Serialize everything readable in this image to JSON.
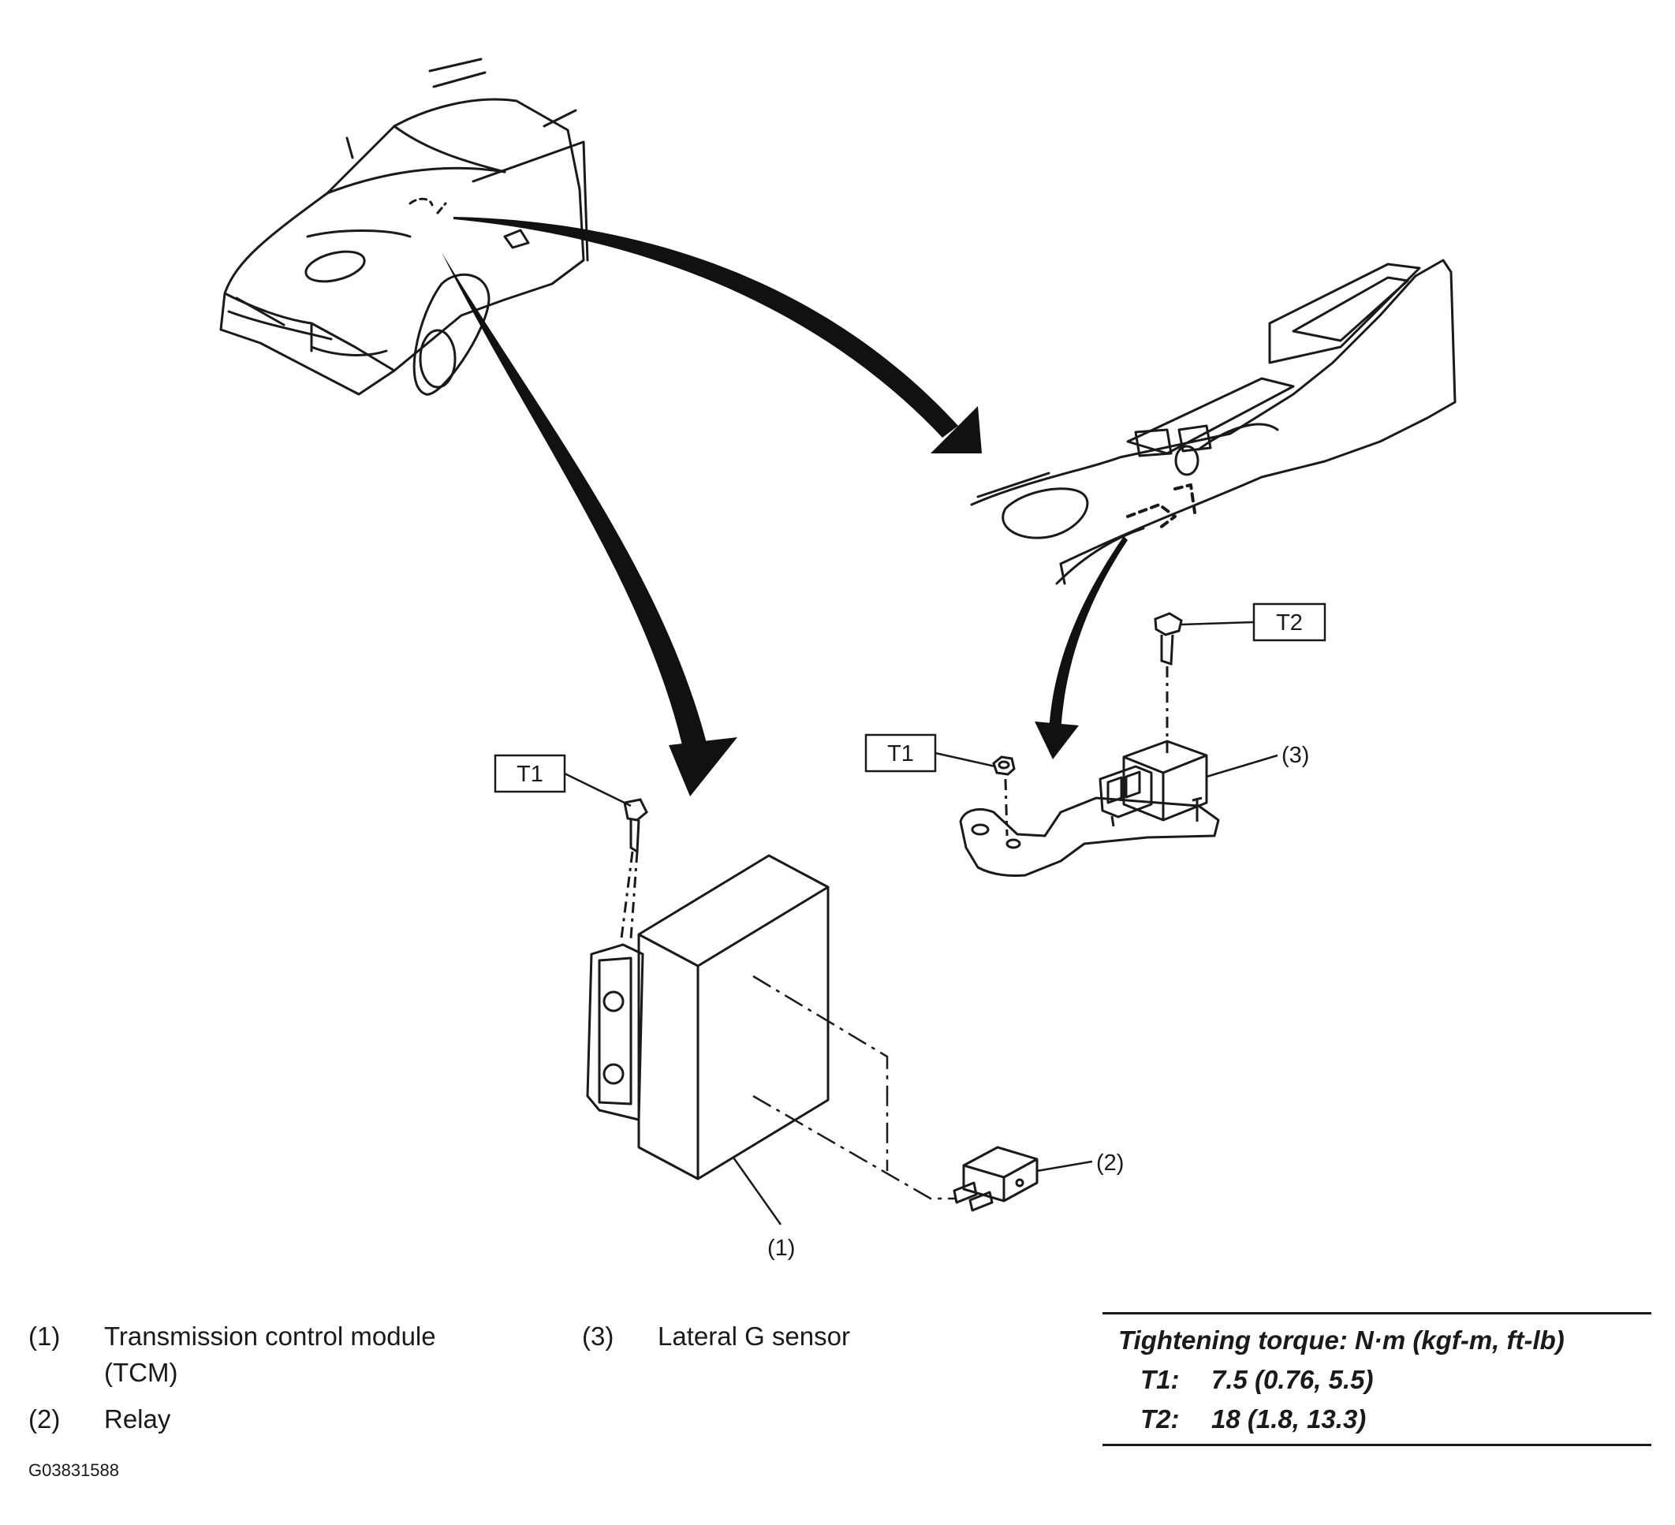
{
  "callouts": {
    "tcm_label": "T1",
    "sensor_nut_label": "T1",
    "sensor_bolt_label": "T2",
    "part1": "(1)",
    "part2": "(2)",
    "part3": "(3)"
  },
  "legend": [
    {
      "num": "(1)",
      "text": "Transmission control module (TCM)"
    },
    {
      "num": "(2)",
      "text": "Relay"
    },
    {
      "num": "(3)",
      "text": "Lateral G sensor"
    }
  ],
  "torque": {
    "heading": "Tightening torque: N·m (kgf-m, ft-lb)",
    "rows": [
      {
        "tag": "T1:",
        "value": "7.5 (0.76, 5.5)"
      },
      {
        "tag": "T2:",
        "value": "18 (1.8, 13.3)"
      }
    ]
  },
  "figure_code": "G03831588"
}
